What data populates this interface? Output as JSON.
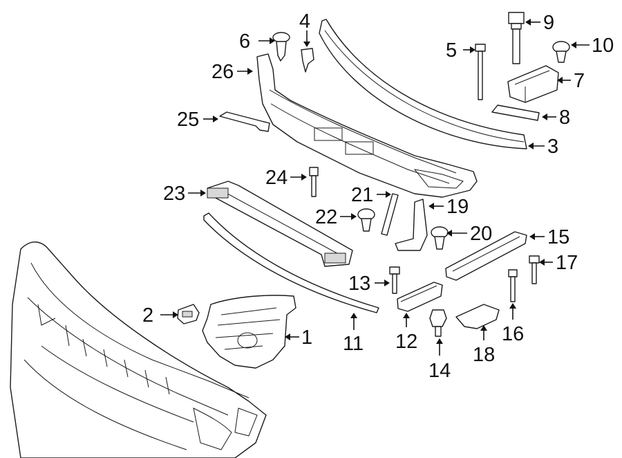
{
  "callouts": [
    {
      "id": "1",
      "part": "bracket-assembly"
    },
    {
      "id": "2",
      "part": "clip"
    },
    {
      "id": "3",
      "part": "reinforcement-bar"
    },
    {
      "id": "4",
      "part": "retainer"
    },
    {
      "id": "5",
      "part": "bolt"
    },
    {
      "id": "6",
      "part": "push-pin"
    },
    {
      "id": "7",
      "part": "mount-bracket"
    },
    {
      "id": "8",
      "part": "shim-plate"
    },
    {
      "id": "9",
      "part": "long-bolt"
    },
    {
      "id": "10",
      "part": "rivet"
    },
    {
      "id": "11",
      "part": "trim-strip"
    },
    {
      "id": "12",
      "part": "support-block"
    },
    {
      "id": "13",
      "part": "screw"
    },
    {
      "id": "14",
      "part": "nut-bolt"
    },
    {
      "id": "15",
      "part": "rail"
    },
    {
      "id": "16",
      "part": "stud"
    },
    {
      "id": "17",
      "part": "screw"
    },
    {
      "id": "18",
      "part": "deflector"
    },
    {
      "id": "19",
      "part": "side-bracket"
    },
    {
      "id": "20",
      "part": "push-pin"
    },
    {
      "id": "21",
      "part": "strip"
    },
    {
      "id": "22",
      "part": "push-pin"
    },
    {
      "id": "23",
      "part": "lower-rail"
    },
    {
      "id": "24",
      "part": "pin"
    },
    {
      "id": "25",
      "part": "bracket"
    },
    {
      "id": "26",
      "part": "absorber"
    }
  ]
}
